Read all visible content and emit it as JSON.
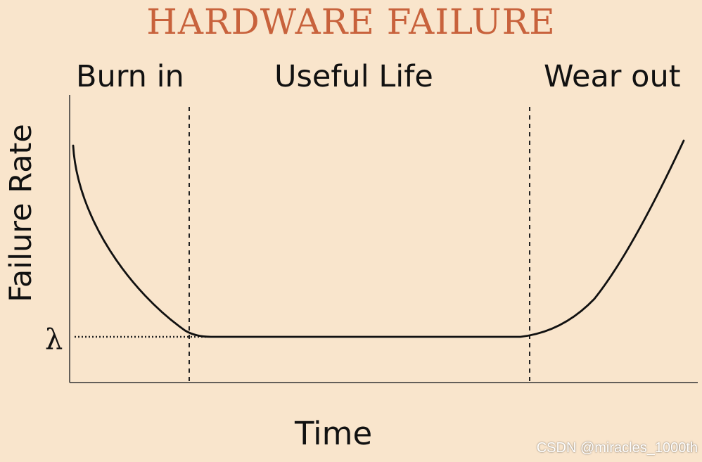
{
  "title": "HARDWARE FAILURE",
  "phases": {
    "burn_in": "Burn in",
    "useful_life": "Useful Life",
    "wear_out": "Wear out"
  },
  "axes": {
    "y_label": "Failure Rate",
    "x_label": "Time",
    "lambda_marker": "λ"
  },
  "watermark": "CSDN @miracles_1000th",
  "colors": {
    "background": "#f9e5cc",
    "title": "#c8623c",
    "ink": "#111111"
  }
}
